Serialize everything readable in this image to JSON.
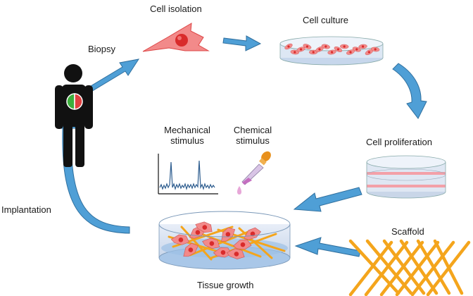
{
  "labels": {
    "cell_isolation": "Cell isolation",
    "cell_culture": "Cell culture",
    "biopsy": "Biopsy",
    "cell_proliferation": "Cell proliferation",
    "mechanical_stimulus_line1": "Mechanical",
    "mechanical_stimulus_line2": "stimulus",
    "chemical_stimulus_line1": "Chemical",
    "chemical_stimulus_line2": "stimulus",
    "implantation": "Implantation",
    "scaffold": "Scaffold",
    "tissue_growth": "Tissue growth"
  },
  "colors": {
    "arrow_fill": "#4f9fd6",
    "arrow_stroke": "#2f6f9e",
    "cell_fill": "#f28a8a",
    "cell_nucleus": "#d92b2b",
    "human_body": "#111111",
    "heart_green": "#3cae3c",
    "heart_red": "#e04040",
    "dish_fill": "#dbe6f5",
    "dish_liquid": "#9cc0e6",
    "scaffold_fiber": "#f4a51c",
    "signal_line": "#2e5d8f",
    "dropper_bulb": "#e8901c",
    "drop": "#e7a7d8"
  },
  "icons": [
    "human-body-icon",
    "heart-icon",
    "cell-icon",
    "culture-dish-icon",
    "stacked-dishes-icon",
    "signal-plot-icon",
    "dropper-icon",
    "tissue-dish-icon",
    "scaffold-mesh-icon"
  ]
}
